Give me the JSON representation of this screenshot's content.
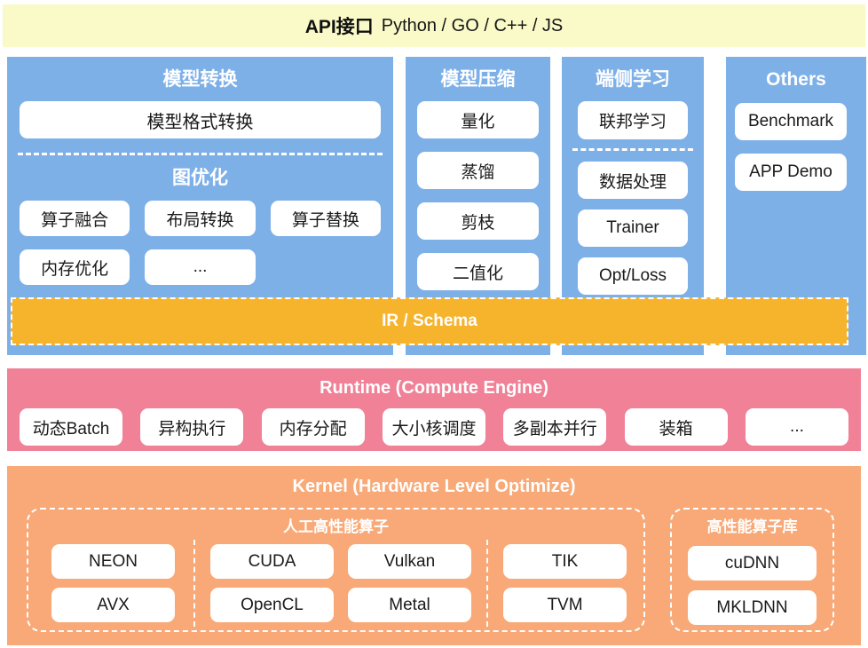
{
  "banner": {
    "title": "API接口",
    "languages": "Python / GO / C++ / JS"
  },
  "panels": {
    "conversion": {
      "title": "模型转换",
      "format_item": "模型格式转换",
      "graph_opt_title": "图优化",
      "graph_opt_items": [
        "算子融合",
        "布局转换",
        "算子替换",
        "内存优化",
        "..."
      ]
    },
    "compression": {
      "title": "模型压缩",
      "items": [
        "量化",
        "蒸馏",
        "剪枝",
        "二值化"
      ]
    },
    "device_learning": {
      "title": "端侧学习",
      "federated_item": "联邦学习",
      "items": [
        "数据处理",
        "Trainer",
        "Opt/Loss"
      ]
    },
    "others": {
      "title": "Others",
      "items": [
        "Benchmark",
        "APP Demo"
      ]
    }
  },
  "ir_bar": {
    "label": "IR / Schema"
  },
  "runtime": {
    "title": "Runtime (Compute Engine)",
    "items": [
      "动态Batch",
      "异构执行",
      "内存分配",
      "大小核调度",
      "多副本并行",
      "装箱",
      "..."
    ]
  },
  "kernel": {
    "title": "Kernel (Hardware Level Optimize)",
    "manual_ops": {
      "title": "人工高性能算子",
      "columns": [
        [
          "NEON",
          "AVX"
        ],
        [
          "CUDA",
          "OpenCL"
        ],
        [
          "Vulkan",
          "Metal"
        ],
        [
          "TIK",
          "TVM"
        ]
      ]
    },
    "op_libs": {
      "title": "高性能算子库",
      "items": [
        "cuDNN",
        "MKLDNN"
      ]
    }
  },
  "colors": {
    "banner_bg": "#fafac8",
    "panel_blue": "#7eb0e8",
    "ir_orange": "#f6b42d",
    "runtime_pink": "#f08197",
    "kernel_orange": "#f8a977",
    "box_bg": "#ffffff",
    "box_text": "#1a1a1a",
    "title_text": "#ffffff"
  }
}
